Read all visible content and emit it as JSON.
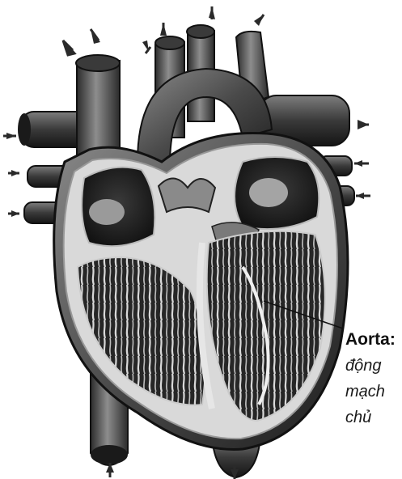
{
  "annotation": {
    "term": "Aorta:",
    "translation_lines": [
      "động",
      "mạch",
      "chủ"
    ]
  },
  "colors": {
    "tissue_dark": "#2a2a2a",
    "tissue_mid": "#6e6e6e",
    "tissue_light": "#bdbdbd",
    "background": "#ffffff"
  }
}
